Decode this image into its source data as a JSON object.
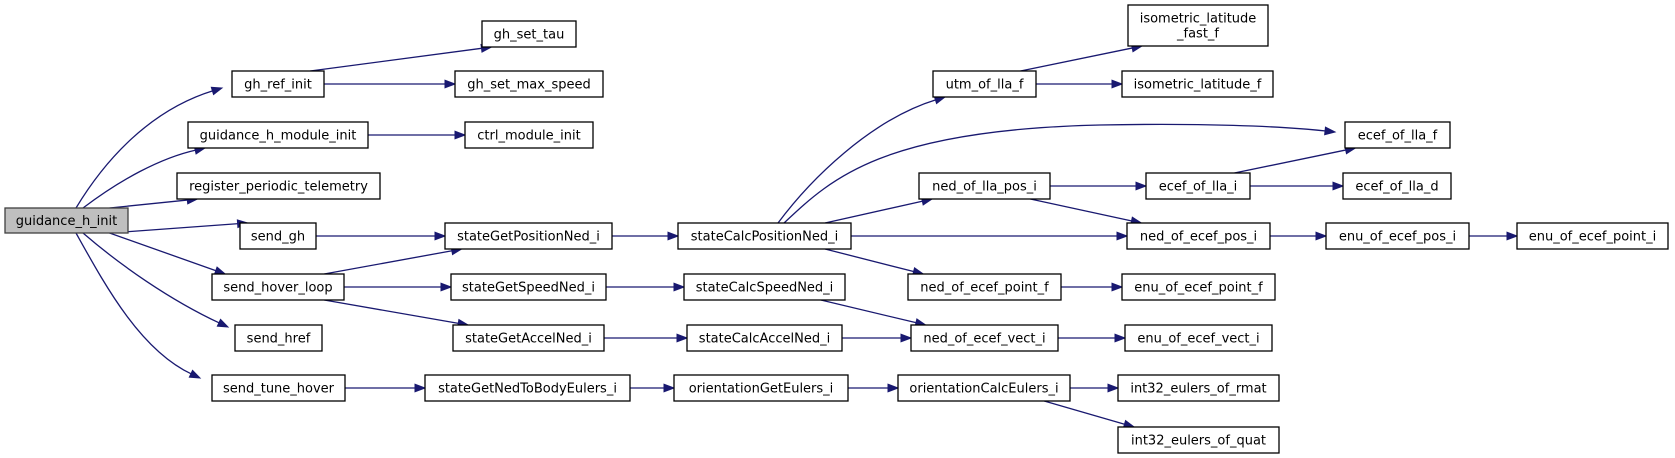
{
  "title": "Call graph of guidance_h_init",
  "colors": {
    "edge": "#191970",
    "root_fill": "#bfbfbf",
    "node_fill": "#ffffff",
    "node_border": "#000000"
  },
  "nodes": [
    {
      "id": "guidance_h_init",
      "label": [
        "guidance_h_init"
      ],
      "root": true
    },
    {
      "id": "gh_ref_init",
      "label": [
        "gh_ref_init"
      ]
    },
    {
      "id": "guidance_h_module_init",
      "label": [
        "guidance_h_module_init"
      ]
    },
    {
      "id": "register_periodic_telemetry",
      "label": [
        "register_periodic_telemetry"
      ]
    },
    {
      "id": "send_gh",
      "label": [
        "send_gh"
      ]
    },
    {
      "id": "send_hover_loop",
      "label": [
        "send_hover_loop"
      ]
    },
    {
      "id": "send_href",
      "label": [
        "send_href"
      ]
    },
    {
      "id": "send_tune_hover",
      "label": [
        "send_tune_hover"
      ]
    },
    {
      "id": "gh_set_tau",
      "label": [
        "gh_set_tau"
      ]
    },
    {
      "id": "gh_set_max_speed",
      "label": [
        "gh_set_max_speed"
      ]
    },
    {
      "id": "ctrl_module_init",
      "label": [
        "ctrl_module_init"
      ]
    },
    {
      "id": "stateGetPositionNed_i",
      "label": [
        "stateGetPositionNed_i"
      ]
    },
    {
      "id": "stateGetSpeedNed_i",
      "label": [
        "stateGetSpeedNed_i"
      ]
    },
    {
      "id": "stateGetAccelNed_i",
      "label": [
        "stateGetAccelNed_i"
      ]
    },
    {
      "id": "stateGetNedToBodyEulers_i",
      "label": [
        "stateGetNedToBodyEulers_i"
      ]
    },
    {
      "id": "stateCalcPositionNed_i",
      "label": [
        "stateCalcPositionNed_i"
      ]
    },
    {
      "id": "stateCalcSpeedNed_i",
      "label": [
        "stateCalcSpeedNed_i"
      ]
    },
    {
      "id": "stateCalcAccelNed_i",
      "label": [
        "stateCalcAccelNed_i"
      ]
    },
    {
      "id": "orientationGetEulers_i",
      "label": [
        "orientationGetEulers_i"
      ]
    },
    {
      "id": "utm_of_lla_f",
      "label": [
        "utm_of_lla_f"
      ]
    },
    {
      "id": "ned_of_lla_pos_i",
      "label": [
        "ned_of_lla_pos_i"
      ]
    },
    {
      "id": "ned_of_ecef_point_f",
      "label": [
        "ned_of_ecef_point_f"
      ]
    },
    {
      "id": "ned_of_ecef_vect_i",
      "label": [
        "ned_of_ecef_vect_i"
      ]
    },
    {
      "id": "orientationCalcEulers_i",
      "label": [
        "orientationCalcEulers_i"
      ]
    },
    {
      "id": "isometric_latitude_fast_f",
      "label": [
        "isometric_latitude",
        "_fast_f"
      ]
    },
    {
      "id": "isometric_latitude_f",
      "label": [
        "isometric_latitude_f"
      ]
    },
    {
      "id": "ecef_of_lla_f",
      "label": [
        "ecef_of_lla_f"
      ]
    },
    {
      "id": "ecef_of_lla_i",
      "label": [
        "ecef_of_lla_i"
      ]
    },
    {
      "id": "ecef_of_lla_d",
      "label": [
        "ecef_of_lla_d"
      ]
    },
    {
      "id": "ned_of_ecef_pos_i",
      "label": [
        "ned_of_ecef_pos_i"
      ]
    },
    {
      "id": "enu_of_ecef_point_f",
      "label": [
        "enu_of_ecef_point_f"
      ]
    },
    {
      "id": "enu_of_ecef_vect_i",
      "label": [
        "enu_of_ecef_vect_i"
      ]
    },
    {
      "id": "int32_eulers_of_rmat",
      "label": [
        "int32_eulers_of_rmat"
      ]
    },
    {
      "id": "int32_eulers_of_quat",
      "label": [
        "int32_eulers_of_quat"
      ]
    },
    {
      "id": "enu_of_ecef_pos_i",
      "label": [
        "enu_of_ecef_pos_i"
      ]
    },
    {
      "id": "enu_of_ecef_point_i",
      "label": [
        "enu_of_ecef_point_i"
      ]
    }
  ],
  "edges": [
    [
      "guidance_h_init",
      "gh_ref_init"
    ],
    [
      "guidance_h_init",
      "guidance_h_module_init"
    ],
    [
      "guidance_h_init",
      "register_periodic_telemetry"
    ],
    [
      "guidance_h_init",
      "send_gh"
    ],
    [
      "guidance_h_init",
      "send_hover_loop"
    ],
    [
      "guidance_h_init",
      "send_href"
    ],
    [
      "guidance_h_init",
      "send_tune_hover"
    ],
    [
      "gh_ref_init",
      "gh_set_tau"
    ],
    [
      "gh_ref_init",
      "gh_set_max_speed"
    ],
    [
      "guidance_h_module_init",
      "ctrl_module_init"
    ],
    [
      "send_gh",
      "stateGetPositionNed_i"
    ],
    [
      "send_hover_loop",
      "stateGetPositionNed_i"
    ],
    [
      "send_hover_loop",
      "stateGetSpeedNed_i"
    ],
    [
      "send_hover_loop",
      "stateGetAccelNed_i"
    ],
    [
      "send_tune_hover",
      "stateGetNedToBodyEulers_i"
    ],
    [
      "stateGetPositionNed_i",
      "stateCalcPositionNed_i"
    ],
    [
      "stateGetSpeedNed_i",
      "stateCalcSpeedNed_i"
    ],
    [
      "stateGetAccelNed_i",
      "stateCalcAccelNed_i"
    ],
    [
      "stateGetNedToBodyEulers_i",
      "orientationGetEulers_i"
    ],
    [
      "stateCalcPositionNed_i",
      "utm_of_lla_f"
    ],
    [
      "stateCalcPositionNed_i",
      "ecef_of_lla_f"
    ],
    [
      "stateCalcPositionNed_i",
      "ned_of_lla_pos_i"
    ],
    [
      "stateCalcPositionNed_i",
      "ned_of_ecef_pos_i"
    ],
    [
      "stateCalcPositionNed_i",
      "ned_of_ecef_point_f"
    ],
    [
      "stateCalcSpeedNed_i",
      "ned_of_ecef_vect_i"
    ],
    [
      "stateCalcAccelNed_i",
      "ned_of_ecef_vect_i"
    ],
    [
      "orientationGetEulers_i",
      "orientationCalcEulers_i"
    ],
    [
      "utm_of_lla_f",
      "isometric_latitude_fast_f"
    ],
    [
      "utm_of_lla_f",
      "isometric_latitude_f"
    ],
    [
      "ned_of_lla_pos_i",
      "ecef_of_lla_i"
    ],
    [
      "ned_of_lla_pos_i",
      "ned_of_ecef_pos_i"
    ],
    [
      "ecef_of_lla_i",
      "ecef_of_lla_f"
    ],
    [
      "ecef_of_lla_i",
      "ecef_of_lla_d"
    ],
    [
      "ned_of_ecef_pos_i",
      "enu_of_ecef_pos_i"
    ],
    [
      "enu_of_ecef_pos_i",
      "enu_of_ecef_point_i"
    ],
    [
      "ned_of_ecef_point_f",
      "enu_of_ecef_point_f"
    ],
    [
      "ned_of_ecef_vect_i",
      "enu_of_ecef_vect_i"
    ],
    [
      "orientationCalcEulers_i",
      "int32_eulers_of_rmat"
    ],
    [
      "orientationCalcEulers_i",
      "int32_eulers_of_quat"
    ]
  ]
}
